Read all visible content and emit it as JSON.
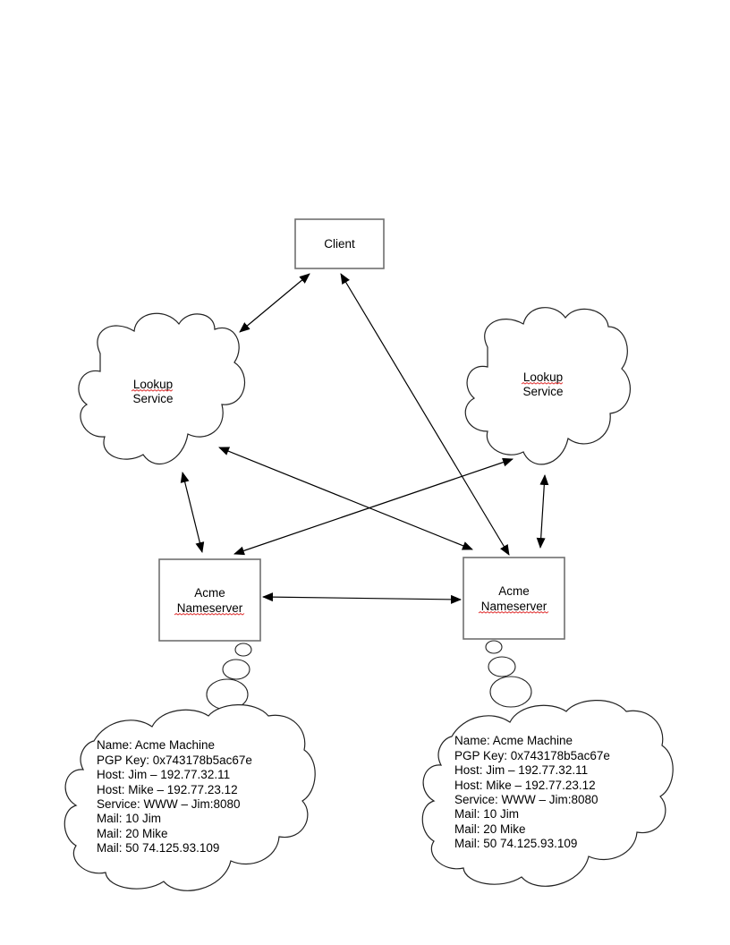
{
  "diagram": {
    "client": {
      "label": "Client"
    },
    "lookup_left": {
      "line1": "Lookup",
      "line2": "Service"
    },
    "lookup_right": {
      "line1": "Lookup",
      "line2": "Service"
    },
    "ns_left": {
      "line1": "Acme",
      "line2": "Nameserver"
    },
    "ns_right": {
      "line1": "Acme",
      "line2": "Nameserver"
    },
    "records_left": [
      "Name: Acme Machine",
      "PGP Key: 0x743178b5ac67e",
      "Host: Jim – 192.77.32.11",
      "Host: Mike – 192.77.23.12",
      "Service: WWW – Jim:8080",
      "Mail: 10 Jim",
      "Mail: 20 Mike",
      "Mail: 50 74.125.93.109"
    ],
    "records_right": [
      "Name: Acme Machine",
      "PGP Key: 0x743178b5ac67e",
      "Host: Jim – 192.77.32.11",
      "Host: Mike – 192.77.23.12",
      "Service: WWW – Jim:8080",
      "Mail: 10 Jim",
      "Mail: 20 Mike",
      "Mail: 50 74.125.93.109"
    ],
    "connections": [
      {
        "from": "client",
        "to": "lookup_left",
        "direction": "both"
      },
      {
        "from": "client",
        "to": "ns_right",
        "direction": "both"
      },
      {
        "from": "lookup_left",
        "to": "ns_left",
        "direction": "both"
      },
      {
        "from": "lookup_left",
        "to": "ns_right",
        "direction": "both"
      },
      {
        "from": "lookup_right",
        "to": "ns_left",
        "direction": "both"
      },
      {
        "from": "lookup_right",
        "to": "ns_right",
        "direction": "both"
      },
      {
        "from": "ns_left",
        "to": "ns_right",
        "direction": "both"
      }
    ]
  }
}
